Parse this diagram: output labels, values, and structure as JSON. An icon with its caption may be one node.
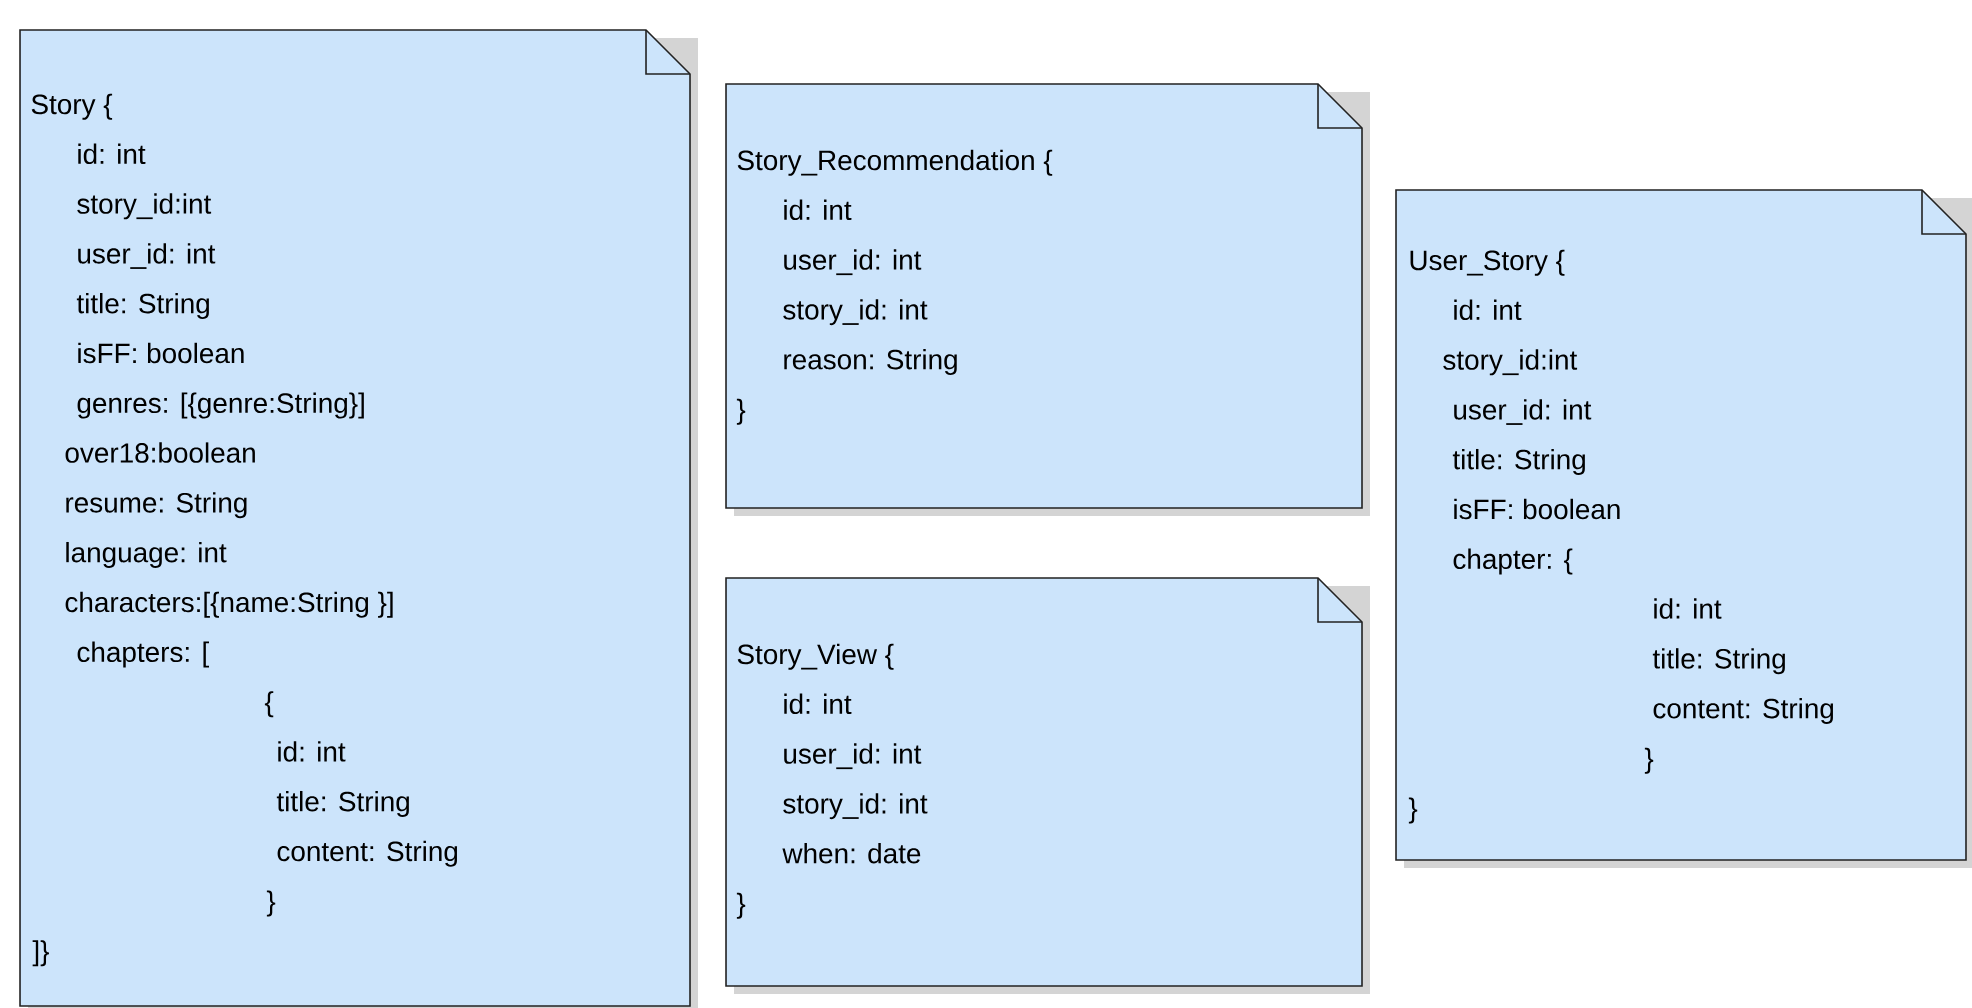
{
  "diagram": {
    "nodes": [
      {
        "text": [
          "Story {",
          "id: int",
          "story_id:int",
          "user_id: int",
          "title: String",
          "isFF: boolean",
          "genres: [{genre:String}]",
          "over18:boolean",
          "resume: String",
          "language: int",
          "characters:[{name:String }]",
          "chapters: [",
          "{",
          "id: int",
          "title: String",
          "content: String",
          "}",
          "]}"
        ]
      },
      {
        "text": [
          "Story_Recommendation {",
          "id: int",
          "user_id: int",
          "story_id: int",
          "reason: String",
          "}"
        ]
      },
      {
        "text": [
          "Story_View {",
          "id: int",
          "user_id: int",
          "story_id: int",
          "when: date",
          "}"
        ]
      },
      {
        "text": [
          "User_Story {",
          "id: int",
          "story_id:int",
          "user_id: int",
          "title: String",
          "isFF: boolean",
          "chapter: {",
          "id: int",
          "title: String",
          "content: String",
          "}",
          "}"
        ]
      }
    ]
  }
}
